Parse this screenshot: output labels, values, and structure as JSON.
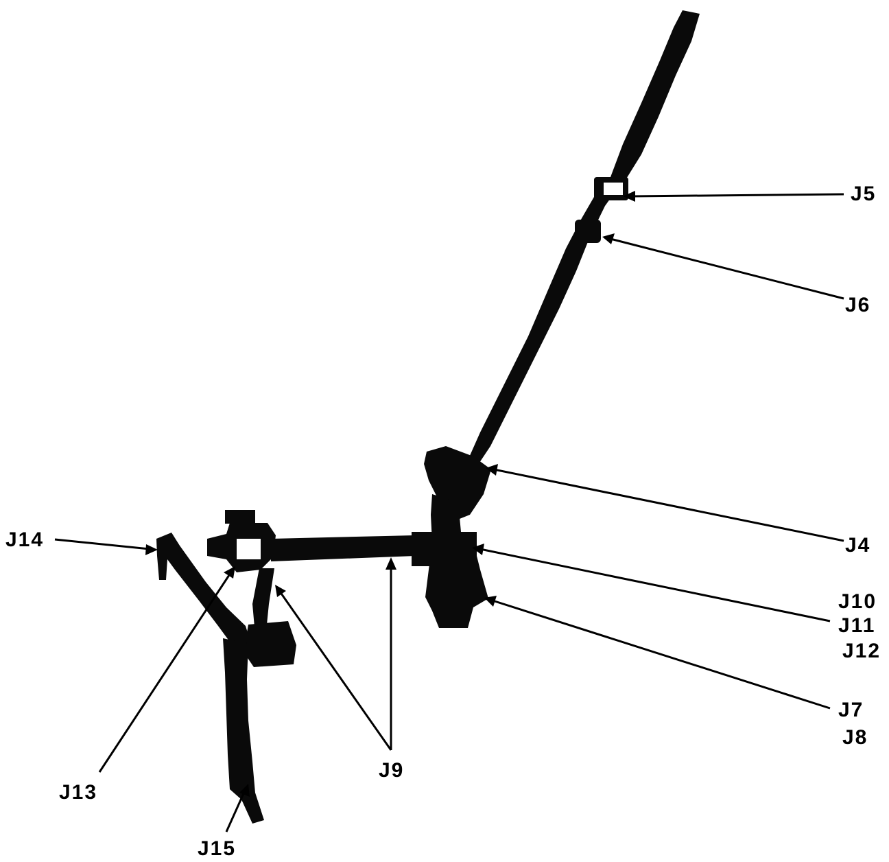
{
  "diagram": {
    "labels": {
      "j5": "J5",
      "j6": "J6",
      "j4": "J4",
      "j14": "J14",
      "j10": "J10",
      "j11": "J11",
      "j12": "J12",
      "j7": "J7",
      "j8": "J8",
      "j9": "J9",
      "j13": "J13",
      "j15": "J15"
    }
  }
}
